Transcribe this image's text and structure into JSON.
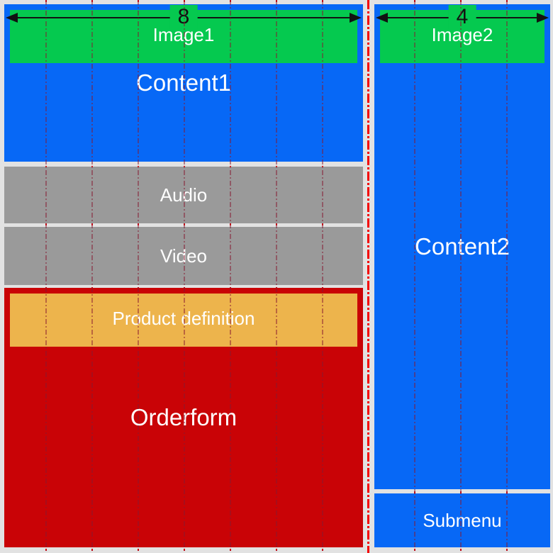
{
  "colors": {
    "background": "#E2E2E2",
    "blue": "#0768F6",
    "green": "#05C94F",
    "gray": "#9A9A9A",
    "red": "#C90306",
    "orange": "#EDB44C",
    "grid_line_red": "#F40000",
    "arrow_black": "#121212",
    "label_white": "#FFFFFF"
  },
  "left_column": {
    "width_label": "8",
    "image": "Image1",
    "content": "Content1",
    "audio": "Audio",
    "video": "Video",
    "product_definition": "Product definition",
    "orderform": "Orderform"
  },
  "right_column": {
    "width_label": "4",
    "image": "Image2",
    "content": "Content2",
    "submenu": "Submenu"
  }
}
